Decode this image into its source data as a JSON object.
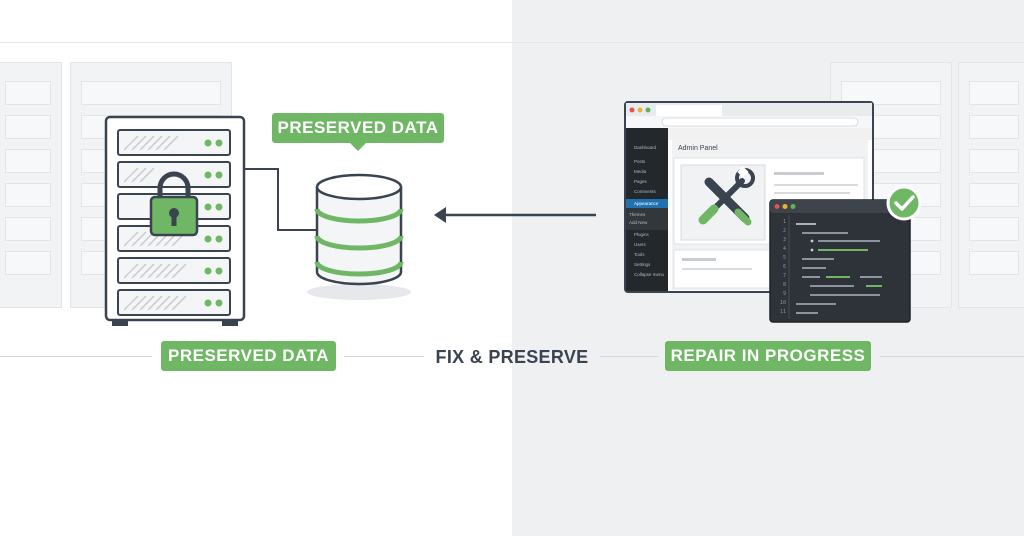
{
  "tags": {
    "preserved_top": "PRESERVED DATA",
    "preserved_bottom": "PRESERVED DATA",
    "repair": "REPAIR IN PROGRESS",
    "center": "FIX & PRESERVE"
  },
  "admin": {
    "panel_title": "Admin Panel",
    "menu": [
      "Dashboard",
      "Posts",
      "Media",
      "Pages",
      "Comments",
      "Appearance",
      "Themes",
      "Add New",
      "Plugins",
      "Users",
      "Tools",
      "Settings",
      "Collapse menu"
    ]
  },
  "code": {
    "line_numbers": [
      "1",
      "2",
      "3",
      "4",
      "5",
      "6",
      "7",
      "8",
      "9",
      "10",
      "11"
    ]
  },
  "colors": {
    "accent_green": "#6fb765",
    "dark": "#3a4450",
    "admin_sidebar": "#23282d",
    "admin_active": "#2271b1"
  },
  "icons": [
    "lock-icon",
    "database-icon",
    "wrench-screwdriver-icon",
    "check-icon",
    "arrow-left-icon"
  ]
}
